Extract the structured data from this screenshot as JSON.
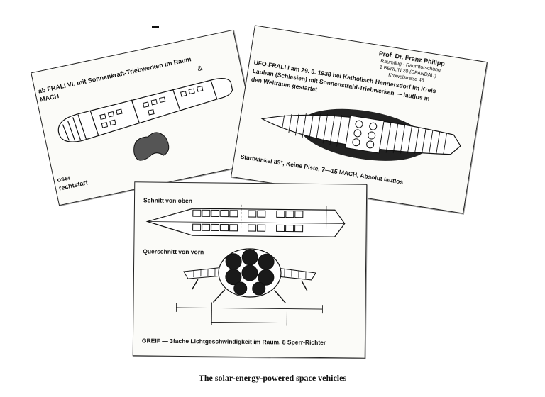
{
  "left_card": {
    "title_line1": "ab FRALI VI, mit Sonnenkraft-Triebwerken im Raum",
    "title_line2": "MACH",
    "mark": "&",
    "bottom_line1": "oser",
    "bottom_line2": "rechtstart"
  },
  "right_card": {
    "author_name": "Prof. Dr. Franz Philipp",
    "author_line2": "Raumflug · Raumforschung",
    "author_line3": "1 BERLIN 20 (SPANDAU)",
    "author_line4": "Krowelstraße 48",
    "desc_line1": "UFO-FRALI I am 29. 9. 1938 bei Katholisch-Hennersdorf im Kreis",
    "desc_line2": "Lauban (Schlesien) mit Sonnenstrahl-Triebwerken — lautlos in",
    "desc_line3": "den Weltraum gestartet",
    "footer": "Startwinkel 85°, Keine Piste, 7—15 MACH, Absolut lautlos"
  },
  "bottom_card": {
    "top_label": "Schnitt von oben",
    "mid_label": "Querschnitt von vorn",
    "footer": "GREIF — 3fache Lichtgeschwindigkeit im Raum, 8 Sperr-Richter"
  },
  "caption": "The solar-energy-powered space vehicles"
}
